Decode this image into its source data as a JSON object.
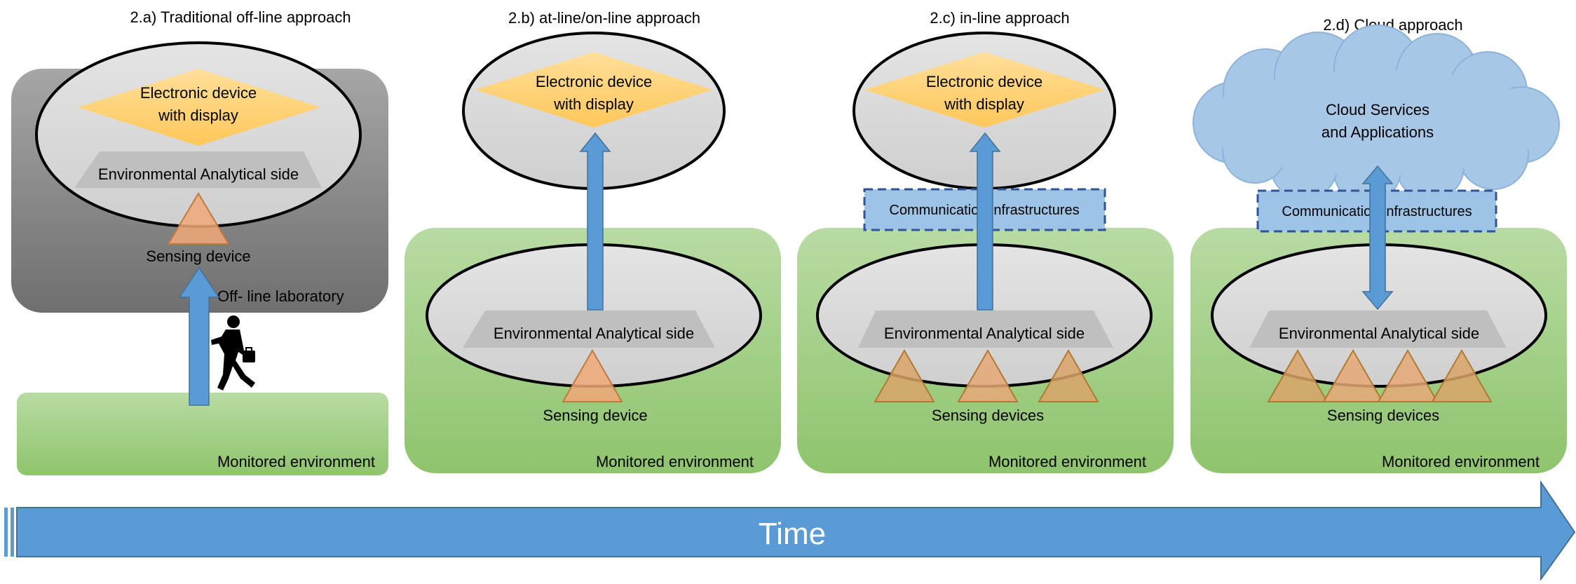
{
  "panels": [
    {
      "title": "2.a) Traditional off-line approach",
      "device": "Electronic device\nwith display",
      "analytical": "Environmental Analytical side",
      "sensing": "Sensing device",
      "lab": "Off- line laboratory",
      "environment": "Monitored environment"
    },
    {
      "title": "2.b) at-line/on-line approach",
      "device": "Electronic device\nwith display",
      "analytical": "Environmental Analytical side",
      "sensing": "Sensing device",
      "environment": "Monitored environment"
    },
    {
      "title": "2.c) in-line approach",
      "device": "Electronic device\nwith display",
      "communication": "Communication infrastructures",
      "analytical": "Environmental Analytical side",
      "sensing": "Sensing devices",
      "environment": "Monitored environment"
    },
    {
      "title": "2.d) Cloud approach",
      "cloud": "Cloud Services\nand Applications",
      "communication": "Communication infrastructures",
      "analytical": "Environmental Analytical side",
      "sensing": "Sensing devices",
      "environment": "Monitored environment"
    }
  ],
  "timeline": {
    "label": "Time"
  },
  "icons": {
    "person": "walking-person-with-briefcase-icon"
  },
  "colors": {
    "environment_green": "#a9d08e",
    "lab_gray": "#8c8c8c",
    "ellipse_fill": "#d9d9d9",
    "device_yellow": "#ffd27a",
    "sensor_orange": "#f0a878",
    "arrow_blue": "#5b9bd5",
    "cloud_blue": "#a7c7e7",
    "comm_blue": "#9dc3e6"
  }
}
